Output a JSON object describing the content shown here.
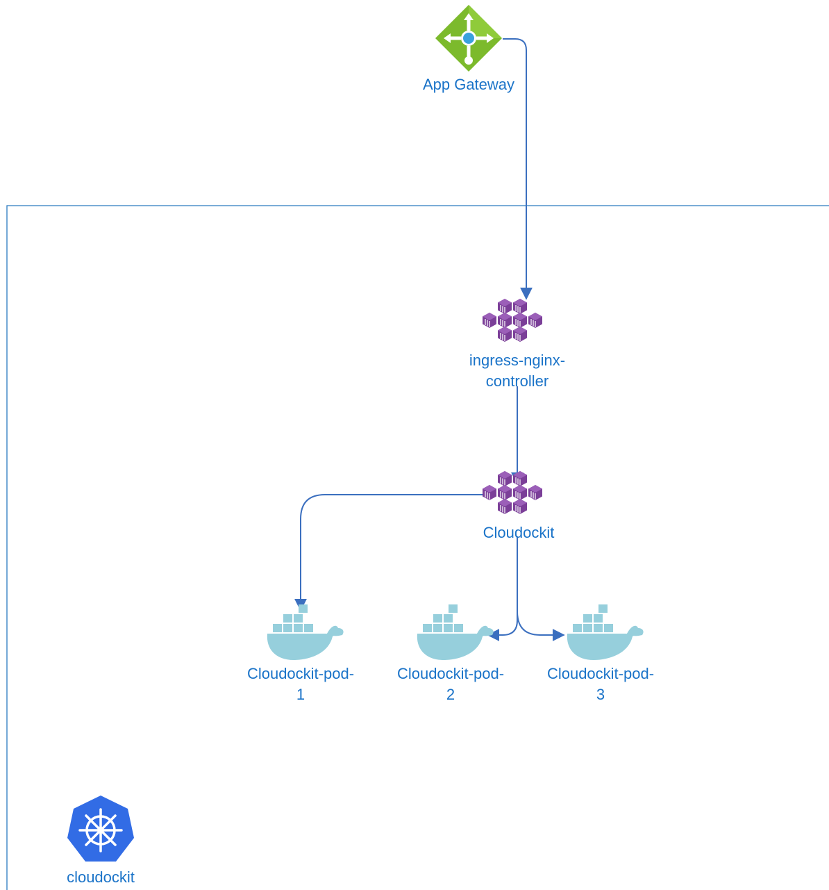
{
  "colors": {
    "label": "#1a73c8",
    "connector": "#3b6fbf",
    "cluster_border": "#2a7abf",
    "gateway_green": "#78b828",
    "service_purple": "#7b3f98",
    "docker_blue": "#96cfdc",
    "k8s_blue": "#326ce5"
  },
  "nodes": {
    "app_gateway": {
      "label": "App Gateway",
      "icon": "app-gateway-icon"
    },
    "ingress": {
      "label_line1": "ingress-nginx-",
      "label_line2": "controller",
      "icon": "kubernetes-service-icon"
    },
    "service": {
      "label": "Cloudockit",
      "icon": "kubernetes-service-icon"
    },
    "pods": [
      {
        "label_line1": "Cloudockit-pod-",
        "label_line2": "1",
        "icon": "docker-icon"
      },
      {
        "label_line1": "Cloudockit-pod-",
        "label_line2": "2",
        "icon": "docker-icon"
      },
      {
        "label_line1": "Cloudockit-pod-",
        "label_line2": "3",
        "icon": "docker-icon"
      }
    ],
    "cluster": {
      "label": "cloudockit",
      "icon": "kubernetes-helm-icon"
    }
  },
  "edges": [
    {
      "from": "App Gateway",
      "to": "ingress-nginx-controller"
    },
    {
      "from": "ingress-nginx-controller",
      "to": "Cloudockit"
    },
    {
      "from": "Cloudockit",
      "to": "Cloudockit-pod-1"
    },
    {
      "from": "Cloudockit",
      "to": "Cloudockit-pod-2"
    },
    {
      "from": "Cloudockit",
      "to": "Cloudockit-pod-3"
    }
  ]
}
